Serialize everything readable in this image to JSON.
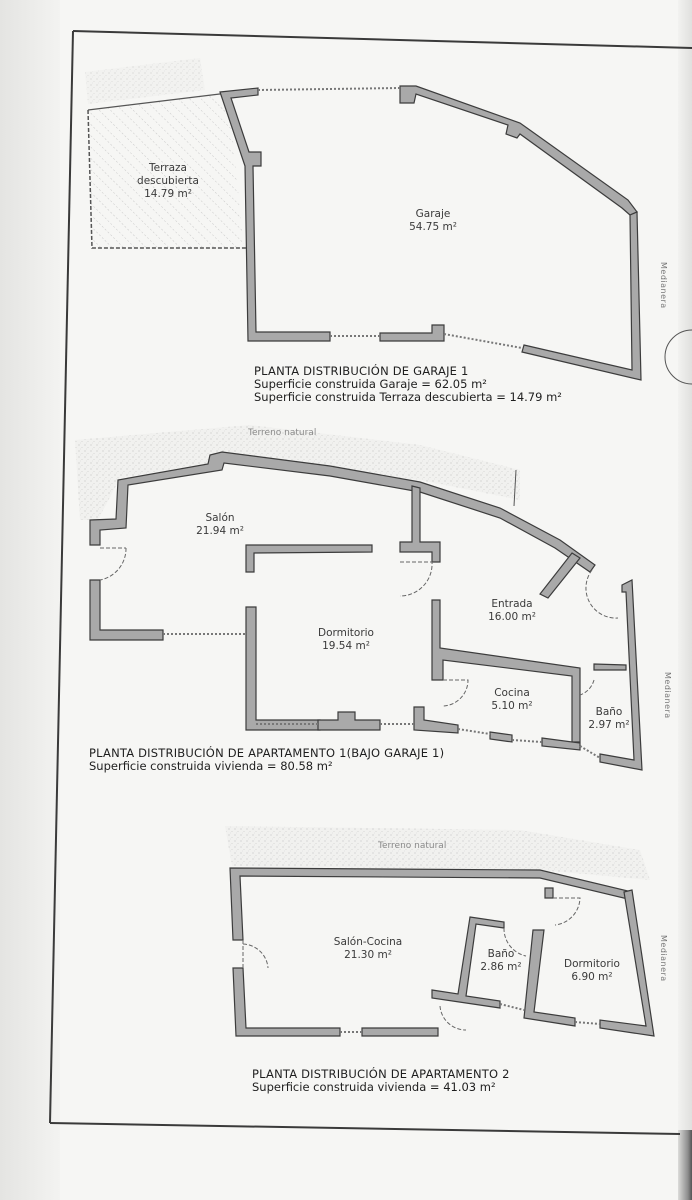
{
  "document": {
    "type": "scanned floor plan sheet",
    "colors": {
      "paper": "#f6f6f4",
      "wall_fill": "#a9a9a9",
      "wall_stroke": "#3c3c3c",
      "frame": "#3a3a3a",
      "text": "#2a2a2a"
    }
  },
  "garage_plan": {
    "rooms": [
      {
        "name": "Terraza descubierta",
        "line1": "Terraza",
        "line2": "descubierta",
        "area": "14.79 m²"
      },
      {
        "name": "Garaje",
        "line1": "Garaje",
        "area": "54.75 m²"
      }
    ],
    "side_label": "Medianera",
    "caption": {
      "title": "PLANTA DISTRIBUCIÓN DE GARAJE 1",
      "line1": "Superficie construida Garaje = 62.05 m²",
      "line2": "Superficie construida Terraza descubierta = 14.79 m²"
    }
  },
  "apartment1_plan": {
    "top_label": "Terreno natural",
    "rooms": [
      {
        "name": "Salón",
        "area": "21.94 m²"
      },
      {
        "name": "Dormitorio",
        "area": "19.54 m²"
      },
      {
        "name": "Entrada",
        "area": "16.00 m²"
      },
      {
        "name": "Cocina",
        "area": "5.10 m²"
      },
      {
        "name": "Baño",
        "area": "2.97 m²"
      }
    ],
    "side_label": "Medianera",
    "caption": {
      "title": "PLANTA DISTRIBUCIÓN DE APARTAMENTO 1(BAJO GARAJE 1)",
      "line1": "Superficie construida vivienda = 80.58 m²"
    }
  },
  "apartment2_plan": {
    "top_label": "Terreno natural",
    "rooms": [
      {
        "name": "Salón-Cocina",
        "area": "21.30 m²"
      },
      {
        "name": "Baño",
        "area": "2.86 m²"
      },
      {
        "name": "Dormitorio",
        "area": "6.90 m²"
      }
    ],
    "side_label": "Medianera",
    "caption": {
      "title": "PLANTA DISTRIBUCIÓN DE APARTAMENTO 2",
      "line1": "Superficie construida vivienda = 41.03 m²"
    }
  }
}
